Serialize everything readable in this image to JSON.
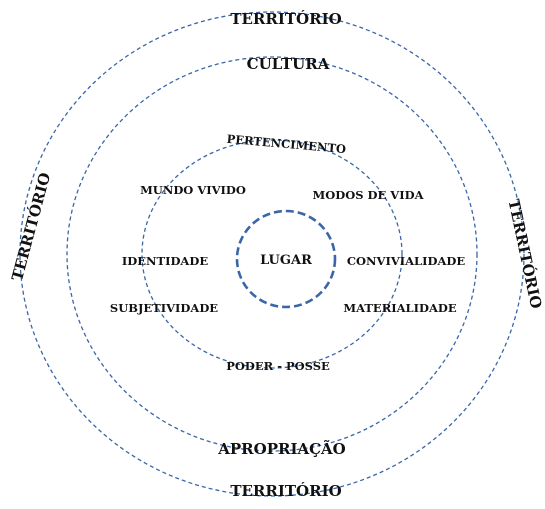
{
  "outer_ring": {
    "top": "TERRITÓRIO",
    "left": "TERRITÓRIO",
    "right": "TERRITÓRIO",
    "bottom": "TERRITÓRIO"
  },
  "middle_ring": {
    "top": "CULTURA",
    "bottom": "APROPRIAÇÃO"
  },
  "inner_ring": {
    "top": "PERTENCIMENTO",
    "mundo_vivido": "MUNDO VIVIDO",
    "modos_de_vida": "MODOS DE VIDA",
    "identidade": "IDENTIDADE",
    "convivialidade": "CONVIVIALIDADE",
    "subjetividade": "SUBJETIVIDADE",
    "materialidade": "MATERIALIDADE",
    "bottom": "PODER - POSSE"
  },
  "center": {
    "label": "LUGAR"
  },
  "colors": {
    "ring_stroke": "#3a66a8",
    "text": "#111111"
  }
}
